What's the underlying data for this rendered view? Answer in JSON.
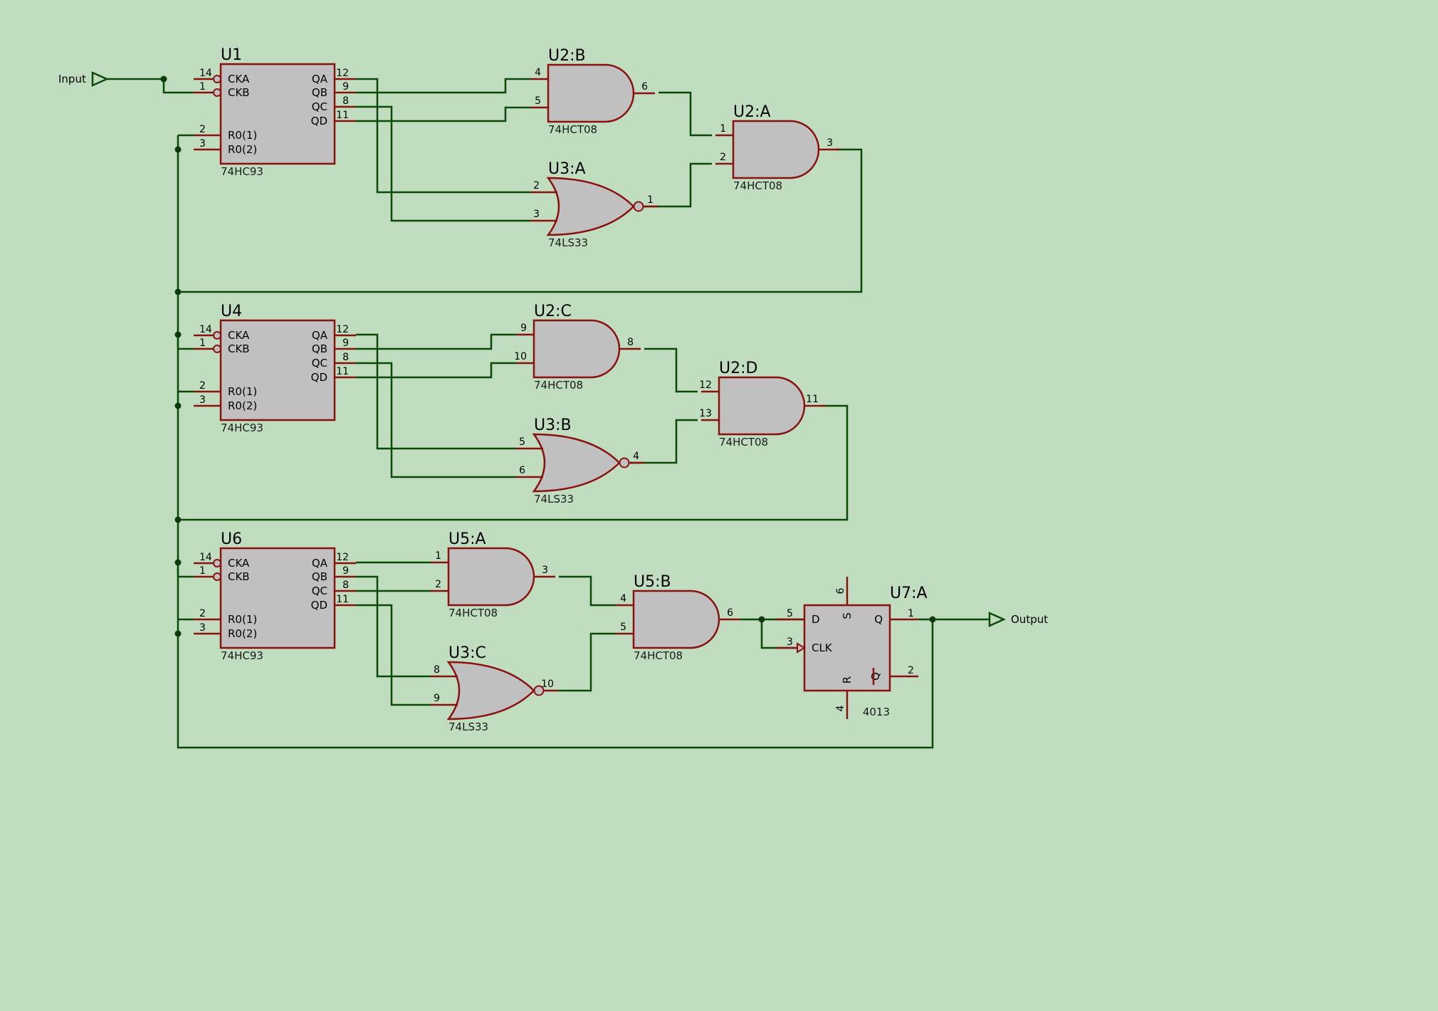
{
  "colors": {
    "background": "#c0ddc0",
    "wire": "#0b4a0b",
    "component_outline": "#8b1010",
    "component_fill": "#c0c0c0",
    "junction": "#0b3a0b"
  },
  "terminals": {
    "input": "Input",
    "output": "Output"
  },
  "counters": [
    {
      "ref": "U1",
      "part": "74HC93",
      "pins_in": [
        "14",
        "1",
        "2",
        "3"
      ],
      "signals_in": [
        "CKA",
        "CKB",
        "R0(1)",
        "R0(2)"
      ],
      "pins_out": [
        "12",
        "9",
        "8",
        "11"
      ],
      "signals_out": [
        "QA",
        "QB",
        "QC",
        "QD"
      ]
    },
    {
      "ref": "U4",
      "part": "74HC93",
      "pins_in": [
        "14",
        "1",
        "2",
        "3"
      ],
      "signals_in": [
        "CKA",
        "CKB",
        "R0(1)",
        "R0(2)"
      ],
      "pins_out": [
        "12",
        "9",
        "8",
        "11"
      ],
      "signals_out": [
        "QA",
        "QB",
        "QC",
        "QD"
      ]
    },
    {
      "ref": "U6",
      "part": "74HC93",
      "pins_in": [
        "14",
        "1",
        "2",
        "3"
      ],
      "signals_in": [
        "CKA",
        "CKB",
        "R0(1)",
        "R0(2)"
      ],
      "pins_out": [
        "12",
        "9",
        "8",
        "11"
      ],
      "signals_out": [
        "QA",
        "QB",
        "QC",
        "QD"
      ]
    }
  ],
  "gates": [
    {
      "ref": "U2:B",
      "part": "74HCT08",
      "type": "and",
      "pins": [
        "4",
        "5",
        "6"
      ]
    },
    {
      "ref": "U2:A",
      "part": "74HCT08",
      "type": "and",
      "pins": [
        "1",
        "2",
        "3"
      ]
    },
    {
      "ref": "U3:A",
      "part": "74LS33",
      "type": "nor",
      "pins": [
        "2",
        "3",
        "1"
      ]
    },
    {
      "ref": "U2:C",
      "part": "74HCT08",
      "type": "and",
      "pins": [
        "9",
        "10",
        "8"
      ]
    },
    {
      "ref": "U2:D",
      "part": "74HCT08",
      "type": "and",
      "pins": [
        "12",
        "13",
        "11"
      ]
    },
    {
      "ref": "U3:B",
      "part": "74LS33",
      "type": "nor",
      "pins": [
        "5",
        "6",
        "4"
      ]
    },
    {
      "ref": "U5:A",
      "part": "74HCT08",
      "type": "and",
      "pins": [
        "1",
        "2",
        "3"
      ]
    },
    {
      "ref": "U5:B",
      "part": "74HCT08",
      "type": "and",
      "pins": [
        "4",
        "5",
        "6"
      ]
    },
    {
      "ref": "U3:C",
      "part": "74LS33",
      "type": "nor",
      "pins": [
        "8",
        "9",
        "10"
      ]
    }
  ],
  "flipflop": {
    "ref": "U7:A",
    "part": "4013",
    "signals": {
      "d": "D",
      "clk": "CLK",
      "q": "Q",
      "qbar": "Q",
      "s": "S",
      "r": "R"
    },
    "pins": {
      "d": "5",
      "clk": "3",
      "q": "1",
      "qbar": "2",
      "s": "6",
      "r": "4"
    }
  }
}
